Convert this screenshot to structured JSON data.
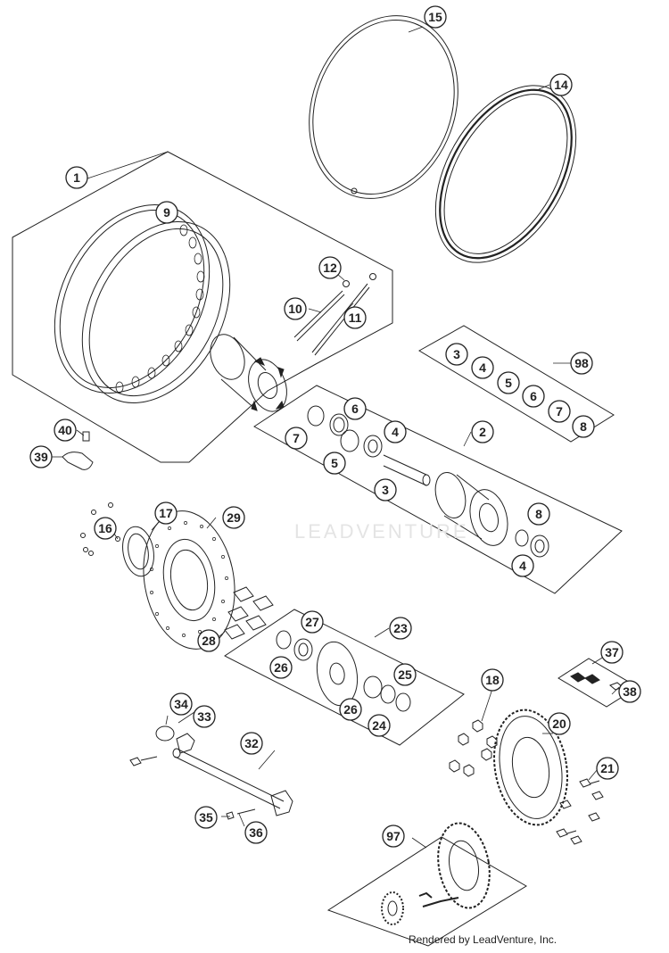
{
  "diagram": {
    "callouts": [
      "1",
      "2",
      "3",
      "3",
      "3",
      "4",
      "4",
      "4",
      "4",
      "5",
      "5",
      "6",
      "6",
      "7",
      "7",
      "8",
      "8",
      "8",
      "9",
      "10",
      "11",
      "12",
      "14",
      "15",
      "16",
      "17",
      "18",
      "20",
      "21",
      "23",
      "24",
      "25",
      "26",
      "26",
      "27",
      "28",
      "29",
      "32",
      "33",
      "34",
      "35",
      "36",
      "37",
      "38",
      "39",
      "40",
      "97",
      "98"
    ],
    "watermark_text": "LEADVENTURE",
    "credit": "Rendered by LeadVenture, Inc."
  },
  "colors": {
    "line": "#222222",
    "watermark": "#e4e4e4",
    "background": "#ffffff"
  }
}
